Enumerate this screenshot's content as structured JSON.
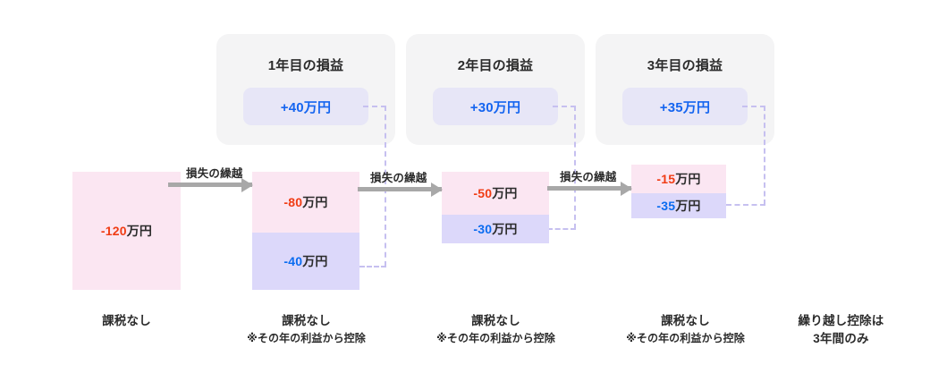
{
  "diagram": {
    "type": "loss-carryforward-flow",
    "colors": {
      "card_bg": "#f4f4f5",
      "chip_bg": "#e7e6f7",
      "profit_text": "#1565f0",
      "loss_pink": "#fbe6f2",
      "loss_lavender": "#dcd8fa",
      "negative_red": "#f03c14",
      "negative_blue": "#0a6cf0",
      "arrow": "#a8a8a8",
      "dashed": "#c6c0f0",
      "text": "#2b2b2b"
    }
  },
  "profit_cards": [
    {
      "title": "1年目の損益",
      "amount": "+40万円"
    },
    {
      "title": "2年目の損益",
      "amount": "+30万円"
    },
    {
      "title": "3年目の損益",
      "amount": "+35万円"
    }
  ],
  "arrows": [
    {
      "label": "損失の繰越"
    },
    {
      "label": "損失の繰越"
    },
    {
      "label": "損失の繰越"
    }
  ],
  "loss_bars": [
    {
      "id": "initial-loss",
      "segments": [
        {
          "kind": "pink",
          "sign": "-",
          "number": "120",
          "unit": "万円"
        }
      ]
    },
    {
      "id": "year1-remaining",
      "segments": [
        {
          "kind": "pink",
          "sign": "-",
          "number": "80",
          "unit": "万円"
        },
        {
          "kind": "lavender",
          "sign": "-",
          "number": "40",
          "unit": "万円"
        }
      ]
    },
    {
      "id": "year2-remaining",
      "segments": [
        {
          "kind": "pink",
          "sign": "-",
          "number": "50",
          "unit": "万円"
        },
        {
          "kind": "lavender",
          "sign": "-",
          "number": "30",
          "unit": "万円"
        }
      ]
    },
    {
      "id": "year3-remaining",
      "segments": [
        {
          "kind": "pink",
          "sign": "-",
          "number": "15",
          "unit": "万円"
        },
        {
          "kind": "lavender",
          "sign": "-",
          "number": "35",
          "unit": "万円"
        }
      ]
    }
  ],
  "captions": [
    {
      "main": "課税なし",
      "sub": ""
    },
    {
      "main": "課税なし",
      "sub": "※その年の利益から控除"
    },
    {
      "main": "課税なし",
      "sub": "※その年の利益から控除"
    },
    {
      "main": "課税なし",
      "sub": "※その年の利益から控除"
    },
    {
      "main": "繰り越し控除は",
      "sub": "3年間のみ"
    }
  ]
}
